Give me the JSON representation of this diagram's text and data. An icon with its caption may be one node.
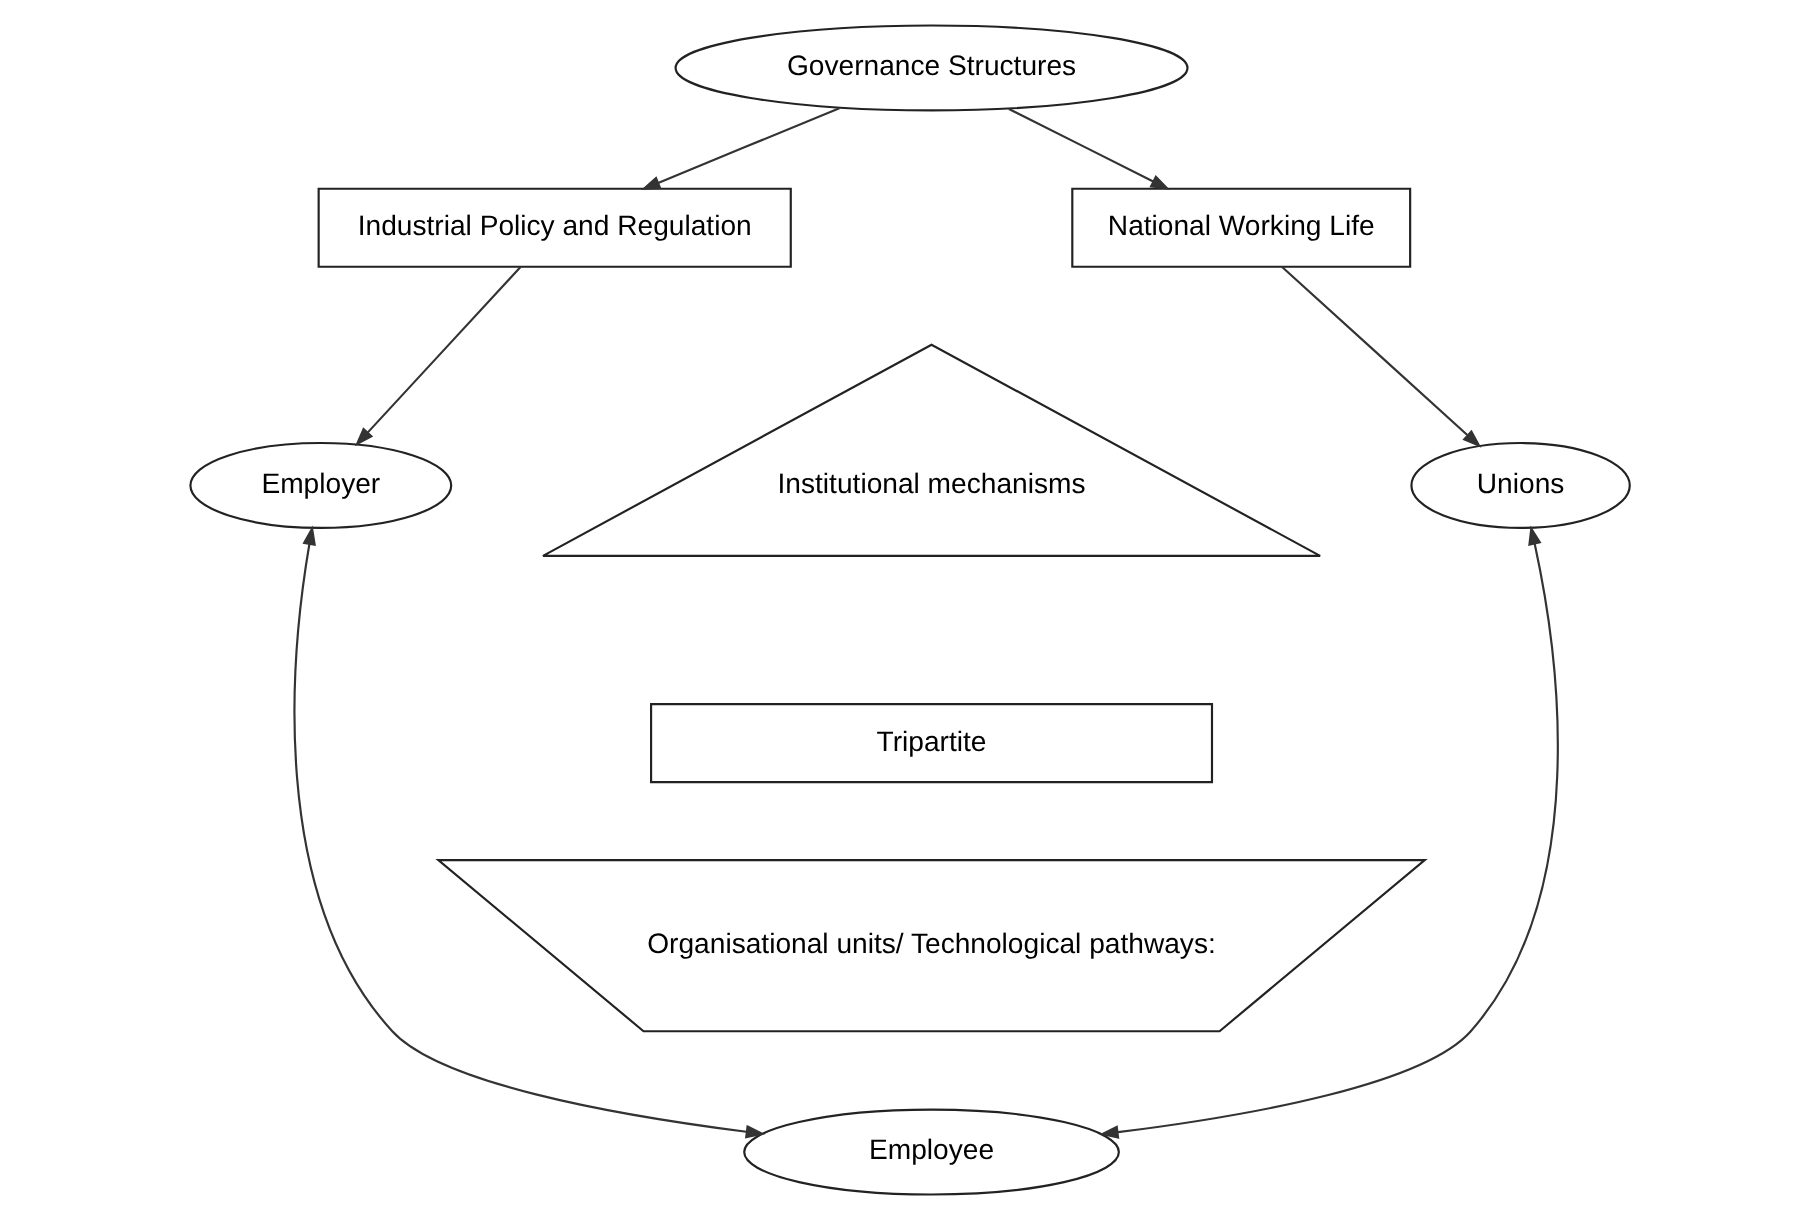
{
  "diagram": {
    "nodes": [
      {
        "text": [
          "Governance Structures"
        ]
      },
      {
        "text": [
          "Industrial Policy and Regulation"
        ]
      },
      {
        "text": [
          "National Working Life"
        ]
      },
      {
        "text": [
          "Employer"
        ]
      },
      {
        "text": [
          "Institutional mechanisms"
        ]
      },
      {
        "text": [
          "Unions"
        ]
      },
      {
        "text": [
          "Tripartite"
        ]
      },
      {
        "text": [
          "Organisational units/ Technological pathways:"
        ]
      },
      {
        "text": [
          "Employee"
        ]
      }
    ],
    "edges": [
      {
        "from": 0,
        "to": 1,
        "arrow": "to"
      },
      {
        "from": 0,
        "to": 2,
        "arrow": "to"
      },
      {
        "from": 1,
        "to": 3,
        "arrow": "to"
      },
      {
        "from": 2,
        "to": 5,
        "arrow": "to"
      },
      {
        "from": 3,
        "to": 8,
        "arrow": "both"
      },
      {
        "from": 5,
        "to": 8,
        "arrow": "both"
      }
    ]
  }
}
